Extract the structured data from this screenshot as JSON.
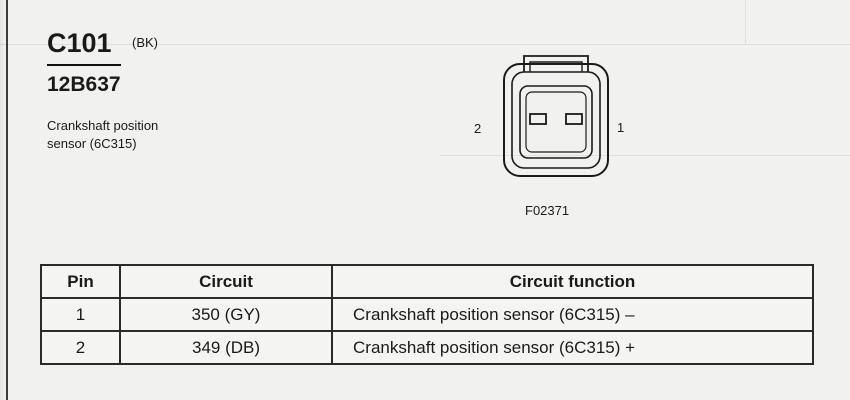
{
  "connector": {
    "id": "C101",
    "color_code": "(BK)",
    "part_number": "12B637",
    "description_line1": "Crankshaft position",
    "description_line2": "sensor (6C315)"
  },
  "diagram": {
    "pin_left_label": "2",
    "pin_right_label": "1",
    "figure_id": "F02371"
  },
  "table": {
    "headers": [
      "Pin",
      "Circuit",
      "Circuit function"
    ],
    "rows": [
      {
        "pin": "1",
        "circuit": "350 (GY)",
        "function": "Crankshaft position sensor (6C315) –"
      },
      {
        "pin": "2",
        "circuit": "349 (DB)",
        "function": "Crankshaft position sensor (6C315) +"
      }
    ]
  }
}
